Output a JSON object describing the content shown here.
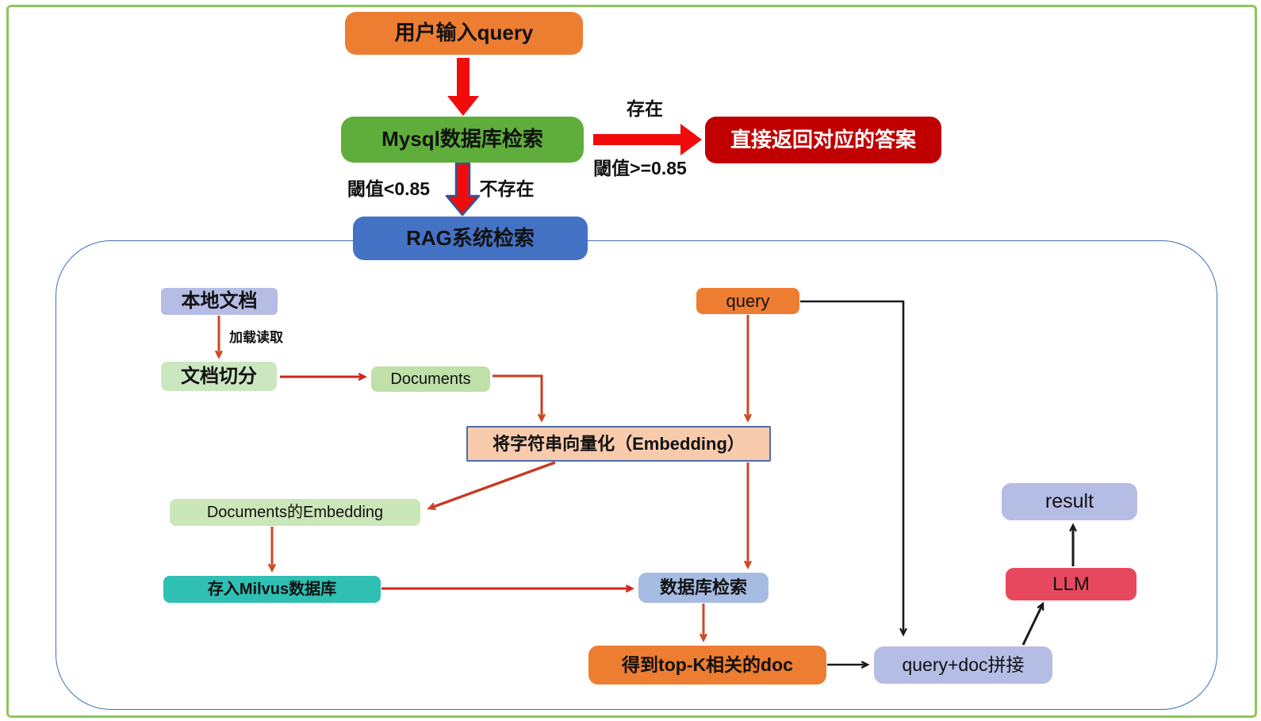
{
  "diagram_title": "RAG question-answering flow",
  "nodes": {
    "user_query": {
      "label": "用户输入query"
    },
    "mysql_search": {
      "label": "Mysql数据库检索"
    },
    "direct_answer": {
      "label": "直接返回对应的答案"
    },
    "rag_search": {
      "label": "RAG系统检索"
    },
    "local_doc": {
      "label": "本地文档"
    },
    "doc_split": {
      "label": "文档切分"
    },
    "documents": {
      "label": "Documents"
    },
    "embedding": {
      "label": "将字符串向量化（Embedding）"
    },
    "query": {
      "label": "query"
    },
    "docs_embedding": {
      "label": "Documents的Embedding"
    },
    "milvus": {
      "label": "存入Milvus数据库"
    },
    "db_search": {
      "label": "数据库检索"
    },
    "topk_doc": {
      "label": "得到top-K相关的doc"
    },
    "concat": {
      "label": "query+doc拼接"
    },
    "llm": {
      "label": "LLM"
    },
    "result": {
      "label": "result"
    }
  },
  "edge_labels": {
    "exists": "存在",
    "threshold_ge": "閾值>=0.85",
    "threshold_lt": "閾值<0.85",
    "not_exists": "不存在",
    "load_read": "加载读取"
  },
  "palette": {
    "frame_green": "#8cc75a",
    "container_blue": "#4070b8",
    "orange": "#ed7d31",
    "green": "#5fae3b",
    "dark_red": "#c00000",
    "blue": "#4472c4",
    "lavender": "#b5bde5",
    "light_green": "#cbe7c0",
    "teal": "#2fbfb3",
    "peach": "#f8cbad",
    "pink_red": "#e8485e",
    "thick_arrow_red": "#f10c0c",
    "thin_arrow_red": "#d2231c",
    "thin_arrow_rust": "#ce4a24",
    "arrow_outline_blue": "#2f5597",
    "black": "#1a1a1a"
  }
}
